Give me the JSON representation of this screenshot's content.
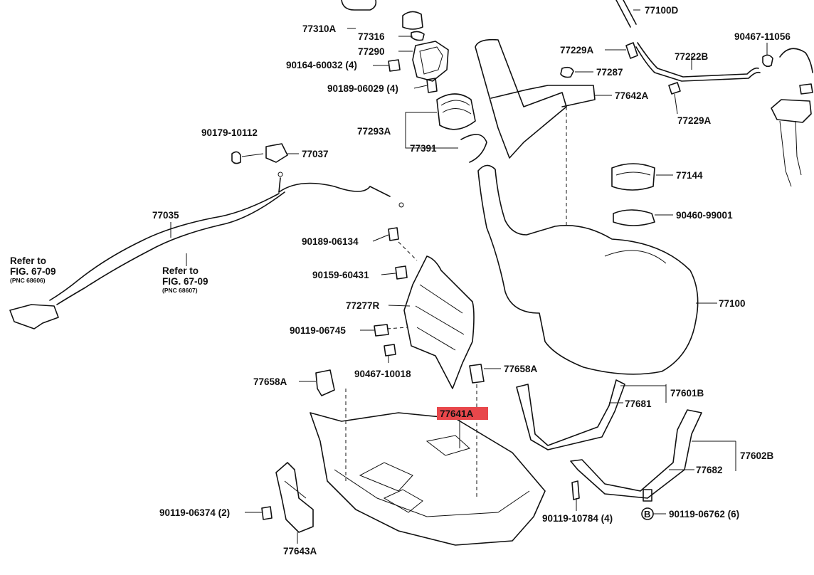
{
  "colors": {
    "line": "#111111",
    "highlight": "#e8474b",
    "background": "#ffffff"
  },
  "labels": {
    "p77100D": "77100D",
    "p77310A": "77310A",
    "p77316": "77316",
    "p77290": "77290",
    "p90164_60032": "90164-60032 (4)",
    "p90189_06029": "90189-06029 (4)",
    "p77293A": "77293A",
    "p77391": "77391",
    "p90179_10112": "90179-10112",
    "p77037": "77037",
    "p77035": "77035",
    "refer1_line1": "Refer to",
    "refer1_line2": "FIG. 67-09",
    "refer1_pnc": "(PNC 68606)",
    "refer2_line1": "Refer to",
    "refer2_line2": "FIG. 67-09",
    "refer2_pnc": "(PNC 68607)",
    "p90189_06134": "90189-06134",
    "p90159_60431": "90159-60431",
    "p77277R": "77277R",
    "p90119_06745": "90119-06745",
    "p90467_10018": "90467-10018",
    "p77658A_left": "77658A",
    "p77658A_right": "77658A",
    "p77641A": "77641A",
    "p77229A_top": "77229A",
    "p77287": "77287",
    "p77222B": "77222B",
    "p77642A": "77642A",
    "p77229A_bottom": "77229A",
    "p90467_11056": "90467-11056",
    "p77144": "77144",
    "p90460_99001": "90460-99001",
    "p77100": "77100",
    "p77601B": "77601B",
    "p77681": "77681",
    "p77602B": "77602B",
    "p77682": "77682",
    "p90119_10784": "90119-10784 (4)",
    "p90119_06762": "90119-06762 (6)",
    "p90119_06374": "90119-06374 (2)",
    "p77643A": "77643A",
    "b_symbol": "B"
  }
}
